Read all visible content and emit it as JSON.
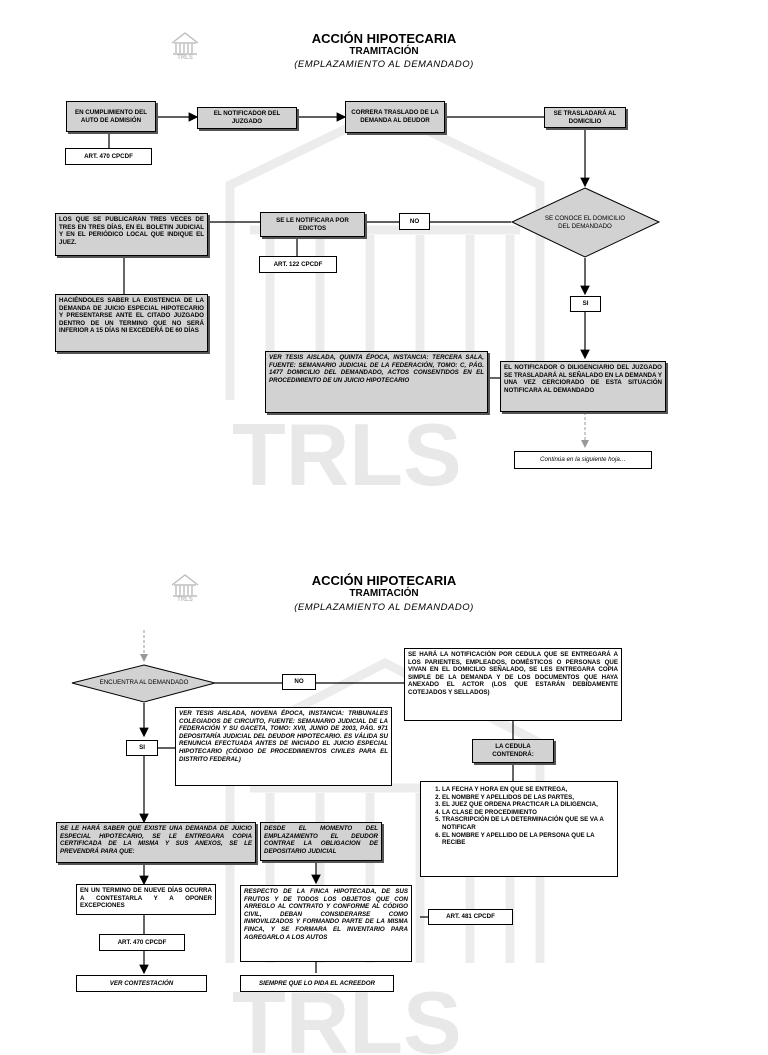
{
  "page1": {
    "logo_text": "TRLS",
    "title": "ACCIÓN HIPOTECARIA",
    "subtitle": "TRAMITACIÓN",
    "subtitle2": "(EMPLAZAMIENTO AL DEMANDADO)",
    "box_cumplimiento": "EN CUMPLIMIENTO DEL AUTO DE ADMISIÓN",
    "box_art470": "ART. 470 CPCDF",
    "box_notificador": "EL NOTIFICADOR DEL JUZGADO",
    "box_traslado": "CORRERA TRASLADO DE LA DEMANDA AL DEUDOR",
    "box_domicilio": "SE TRASLADARÁ AL DOMICILIO",
    "diamond_conoce": "SE CONOCE EL DOMICILIO DEL DEMANDADO",
    "box_no": "NO",
    "box_edictos": "SE LE NOTIFICARA POR EDICTOS",
    "box_art122": "ART. 122 CPCDF",
    "box_publicaran": "LOS QUE SE PUBLICARAN TRES VECES DE TRES EN TRES DÍAS, EN EL BOLETIN JUDICIAL Y EN EL PERIÓDICO LOCAL QUE INDIQUE EL JUEZ.",
    "box_haciendoles": "HACIÉNDOLES SABER LA EXISTENCIA DE LA DEMANDA DE JUICIO ESPECIAL HIPOTECARIO Y PRESENTARSE ANTE EL CITADO JUZGADO DENTRO DE UN TERMINO QUE NO SERÁ INFERIOR A 15 DÍAS NI EXCEDERÁ DE 60 DÍAS",
    "box_si": "SI",
    "box_tesis": "VER TESIS AISLADA, QUINTA ÉPOCA, INSTANCIA: TERCERA SALA, FUENTE: SEMANARIO JUDICIAL DE LA FEDERACIÓN, TOMO: C, PÁG. 1477 DOMICILIO DEL DEMANDADO, ACTOS CONSENTIDOS EN EL PROCEDIMIENTO DE UN JUICIO HIPOTECARIO",
    "box_diligenciario": "EL NOTIFICADOR O DILIGENCIARIO DEL JUZGADO SE TRASLADARÁ AL SEÑALADO EN LA DEMANDA Y UNA VEZ CERCIORADO DE ESTA SITUACIÓN NOTIFICARA AL DEMANDADO",
    "box_continua": "Continúa en la siguiente hoja…"
  },
  "page2": {
    "logo_text": "TRLS",
    "title": "ACCIÓN HIPOTECARIA",
    "subtitle": "TRAMITACIÓN",
    "subtitle2": "(EMPLAZAMIENTO AL DEMANDADO)",
    "diamond_encuentra": "ENCUENTRA AL DEMANDADO",
    "box_no": "NO",
    "box_cedula": "SE HARÁ LA NOTIFICACIÓN POR CEDULA QUE SE ENTREGARÁ A LOS PARIENTES, EMPLEADOS, DOMÉSTICOS O PERSONAS QUE VIVAN EN EL DOMICILIO SEÑALADO, SE LES ENTREGARA COPIA SIMPLE DE LA DEMANDA Y DE LOS DOCUMENTOS QUE HAYA ANEXADO EL ACTOR (LOS QUE ESTARÁN DEBIDAMENTE COTEJADOS Y SELLADOS)",
    "box_tesis": "VER TESIS AISLADA, NOVENA ÉPOCA, INSTANCIA: TRIBUNALES COLEGIADOS DE CIRCUITO, FUENTE: SEMANARIO JUDICIAL DE LA FEDERACIÓN Y SU GACETA, TOMO: XVII, JUNIO DE 2003, PÁG. 971 DEPOSITARÍA JUDICIAL DEL DEUDOR HIPOTECARIO. ES VÁLIDA SU RENUNCIA EFECTUADA ANTES DE INICIADO EL JUICIO ESPECIAL HIPOTECARIO (CÓDIGO DE PROCEDIMIENTOS CIVILES PARA EL DISTRITO FEDERAL)",
    "box_si": "SI",
    "box_contendra": "LA CEDULA CONTENDRÁ:",
    "list_contendra": [
      "LA FECHA Y HORA EN QUE SE ENTREGA,",
      "EL NOMBRE Y APELLIDOS DE LAS PARTES,",
      "EL JUEZ QUE ORDENA PRACTICAR LA DILIGENCIA,",
      "LA CLASE DE PROCEDIMIENTO",
      "TRASCRIPCIÓN DE LA DETERMINACIÓN QUE SE VA A NOTIFICAR",
      "EL NOMBRE Y APELLIDO DE LA PERSONA QUE LA RECIBE"
    ],
    "box_hara_saber": "SE LE HARÁ SABER QUE EXISTE UNA DEMANDA DE JUICIO ESPECIAL HIPOTECARIO, SE LE ENTREGARA COPIA CERTIFICADA DE LA MISMA Y SUS ANEXOS, SE LE PREVENDRÁ PARA QUE:",
    "box_desde": "DESDE EL MOMENTO DEL EMPLAZAMIENTO EL DEUDOR CONTRAE LA OBLIGACION DE DEPOSITARIO JUDICIAL",
    "box_termino": "EN UN TERMINO DE NUEVE DÍAS OCURRA A CONTESTARLA Y A OPONER EXCEPCIONES",
    "box_finca": "RESPECTO DE LA FINCA HIPOTECADA, DE SUS FRUTOS Y DE TODOS LOS OBJETOS QUE CON ARREGLO AL CONTRATO Y CONFORME AL CÓDIGO CIVIL, DEBAN CONSIDERARSE COMO INMOVILIZADOS Y FORMANDO PARTE DE LA MISMA FINCA, Y SE FORMARA EL INVENTARIO PARA AGREGARLO A LOS AUTOS",
    "box_art481": "ART. 481 CPCDF",
    "box_art470": "ART. 470 CPCDF",
    "box_ver_contestacion": "VER CONTESTACIÓN",
    "box_siempre": "SIEMPRE QUE LO PIDA EL ACREEDOR"
  }
}
